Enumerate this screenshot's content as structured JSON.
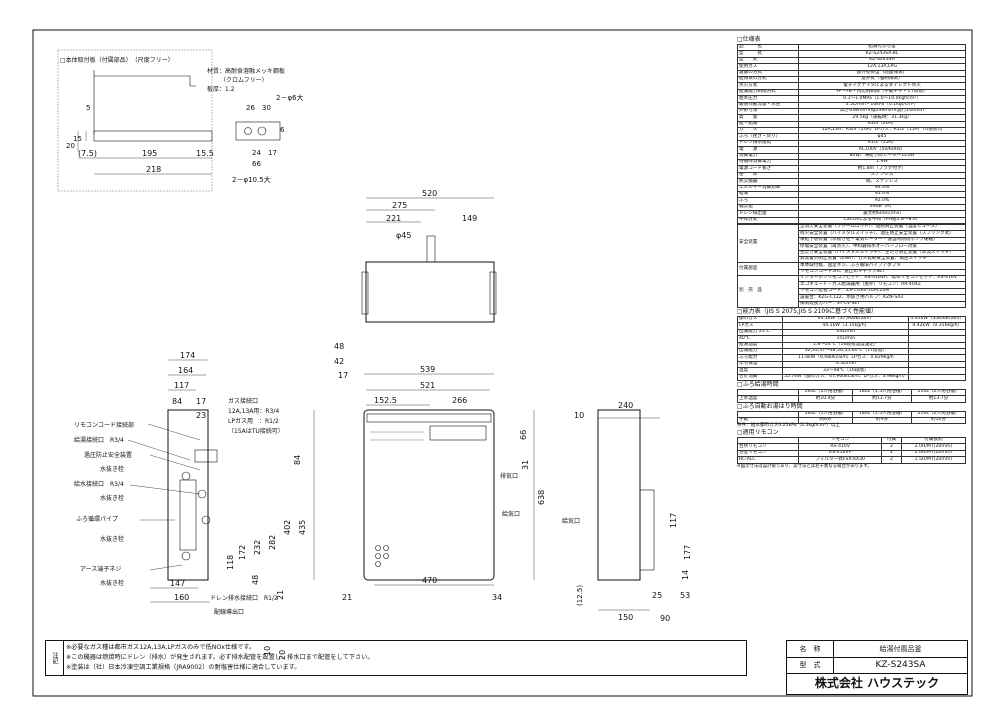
{
  "bracket": {
    "heading": "□本体取付板（付属部品）　（尺度フリー）",
    "material1": "材質：高耐食溶融メッキ鋼板",
    "material2": "（クロムフリー）",
    "thickness": "板厚：1.2",
    "dims": {
      "d7_5": "(7.5)",
      "d195": "195",
      "d15_5": "15.5",
      "d218": "218",
      "d20": "20",
      "d15": "15",
      "d5": "5",
      "d26": "26",
      "d30": "30",
      "d66": "66",
      "d24": "24",
      "d17": "17",
      "d6": "6",
      "hole6": "2－φ6大",
      "hole10": "2－φ10.5大"
    }
  },
  "top_view": {
    "d520": "520",
    "d275": "275",
    "d221": "221",
    "d149": "149",
    "dphi45": "φ45"
  },
  "side_view": {
    "dims": {
      "d174": "174",
      "d164": "164",
      "d117": "117",
      "d84": "84",
      "d17": "17",
      "d23": "23",
      "d147": "147",
      "d160": "160",
      "d84v": "84",
      "d402": "402",
      "d435": "435",
      "d282": "282",
      "d232": "232",
      "d172": "172",
      "d118": "118",
      "d48": "48",
      "d21": "21",
      "d10": "10",
      "d20": "20"
    },
    "labels": {
      "remote": "リモコンコード接続部",
      "supply": "給湯接続口　R3/4",
      "safety": "過圧防止安全装置",
      "water_plug": "水抜き栓",
      "inlet": "給水接続口　R3/4",
      "water_plug2": "水抜き栓",
      "circ": "ふろ循環パイプ",
      "water_plug3": "水抜き栓",
      "earth": "アース端子ネジ",
      "water_plug4": "水抜き栓",
      "gas": "ガス接続口",
      "gas2": "12A,13A用：R3/4",
      "gas3": "LPガス用　：R1/2",
      "gas4": "（15AはTU接続可）",
      "drain": "ドレン排水接続口　R1/2",
      "wiring": "配線導出口"
    }
  },
  "front_view": {
    "d539": "539",
    "d521": "521",
    "d152_5": "152.5",
    "d266": "266",
    "d48": "48",
    "d42": "42",
    "d17": "17",
    "d66": "66",
    "d31": "31",
    "d638": "638",
    "d470": "470",
    "d21": "21",
    "d34": "34",
    "exhaust": "排気口",
    "intake": "給気口"
  },
  "right_view": {
    "d10": "10",
    "d240": "240",
    "d150": "150",
    "d25": "25",
    "d53": "53",
    "d90": "90",
    "d12_5": "(12.5)",
    "d177": "177",
    "d117": "117",
    "d14": "14",
    "intake": "給気口"
  },
  "spec": {
    "heading": "□仕様表",
    "rows": [
      [
        "品　　　名",
        "給湯付ふろ釜"
      ],
      [
        "型　　　式",
        "KZ-S243SA-BL"
      ],
      [
        "型　　式",
        "KZ-S243SA"
      ],
      [
        "使用ガス",
        "12A,13A,LPG"
      ],
      [
        "設置の方式",
        "屋外壁掛型（前面排気）"
      ],
      [
        "給排気の方式",
        "屋外式（強制排気）"
      ],
      [
        "点火方式",
        "電子イグナイタによるダイレクト点火"
      ],
      [
        "給湯能力制御方式",
        "FF・FB・内比例制御（手動チャ・↓7燃焼）"
      ],
      [
        "給水圧力",
        "0.1～1.0MPa（1.0～10.0kgf/cm²）"
      ],
      [
        "最低作動流量・水圧",
        "3.5L/min・10kPa（0.1kgf/cm²）"
      ],
      [
        "外形寸法",
        "高さ638mm×幅539mm×奥行240mm"
      ],
      [
        "質　　量",
        "29.5kg（運転時：31.3kg）"
      ],
      [
        "給・給湯",
        "R3/4（20A）"
      ],
      [
        "ガ　　ス",
        "12A,13A：R3/4（20A）LPガス：R1/2（15A）TU接続可"
      ],
      [
        "ふろ（往き・戻り）",
        "φ45"
      ],
      [
        "ドレン排水接続",
        "R1/2（15A）"
      ],
      [
        "電　　源",
        "AC100V（50/60Hz）"
      ],
      [
        "消費電力",
        "80W、凍結予防ヒーター125W"
      ],
      [
        "待機時消費電力",
        "1.9W"
      ],
      [
        "電源コード長さ",
        "約1.8m（プラグ付き）"
      ],
      [
        "缶　　体",
        "ステンレス"
      ],
      [
        "熱交換器",
        "銅、ステンレス"
      ],
      [
        "エネルギー消費効率",
        "94.3%"
      ],
      [
        "給湯",
        "95.0%"
      ],
      [
        "ふろ",
        "92.0%"
      ],
      [
        "騒音値",
        "49dB（A）"
      ],
      [
        "ドレン排出量",
        "最大約600cc/min"
      ],
      [
        "中和方式",
        "CaCO₃による中和（PH値5.8～8.6）"
      ]
    ],
    "safety_label": "安全装置",
    "safety_lines": [
      "立消え安全装置（フレームロッド）、過熱防止装置（温度ヒューズ）",
      "残火安全装置（バイメタルスイッチ）、過圧防止安全装置（スプリング式）",
      "凍結予防装置（水抜き栓・電気ヒーター・低温時燃焼ポンプ運転）",
      "停電安全装置（再点火）、中和器排水オーバーフロー対策",
      "空焚き安全装置（バイメタルスイッチ）、空だき防止装置（水流スイッチ）",
      "異常着火防止装置（ZNR）、ガス遮断安全装置、風圧スイッチ"
    ],
    "misc1": "本体取付板、固定ネジ、ふろ循環パイプアダプタ",
    "misc2": "リモコンコード5m、速止めキャップSET",
    "remote_lines": [
      "インターホンリモコンセット：RS-416VP、標準リモコンセット：RS-416V",
      "エコキュート・ガス給湯器用（屋外）リモコン：RR-404Z",
      "リモコン延長コード：ZS-COR0-10M,20M",
      "設置台：KZG-C122、水抜き用バルブ：KZN-S43",
      "排気延長カバー：ST-CV-SET"
    ],
    "misc_label": "別　売　品",
    "option_label": "付属部品"
  },
  "capacity": {
    "heading": "□能力表（JIS S 2075,JIS S 2109に基づく性能値）",
    "rows": [
      [
        "都市ガス",
        "44.1kW（37,900kcal/h）",
        "4.42kW（3,800kcal/h）"
      ],
      [
        "LPガス",
        "44.1kW（3.15kg/h）",
        "4.42kW（0.316kg/h）"
      ],
      [
        "出湯能力 25℃",
        "24L/min",
        ""
      ],
      [
        "40℃",
        "15L/min",
        ""
      ],
      [
        "給湯温度",
        "1.8～24℃（16段階温度設定）",
        ""
      ],
      [
        "出湯能力",
        "32,35,37～48,50,55,60℃（17段階）",
        ""
      ],
      [
        "ふろ能力",
        "11.6kW（9,980kcal/h）LPガス：0.829kg/h",
        ""
      ],
      [
        "ふろ保温",
        "3.5L/min",
        ""
      ],
      [
        "温度",
        "33～48℃（16段階）",
        ""
      ],
      [
        "合計消費",
        "55.7kW（都市ガス：47,900kcal/h、LPガス：3.98kg/h）",
        ""
      ]
    ]
  },
  "filltime": {
    "heading": "□ふろ給湯時間",
    "head": [
      "",
      "160L（1人用浴槽）",
      "180L（1.5人用浴槽）",
      "210L（2人用浴槽）"
    ],
    "rows": [
      [
        "上水温度",
        "約10.4分",
        "約11.7分",
        "約13.7分"
      ]
    ]
  },
  "reheat": {
    "heading": "□ふろ自動お湯はり時間",
    "head": [
      "",
      "160L（1人用浴槽）",
      "180L（1.5人用浴槽）",
      "210L（2人用浴槽）"
    ],
    "rows": [
      [
        "手動",
        "約8分",
        "約9分",
        "約10分"
      ]
    ],
    "note": "条件：給水都市ガス0.25kPa（2.5kgf/cm²）以上"
  },
  "remote": {
    "heading": "□適用リモコン",
    "head": [
      "",
      "リモコン",
      "付属",
      "付属接続"
    ],
    "rows": [
      [
        "台所リモコン",
        "RS-416V",
        "2",
        "2.0H/MT(20mm)"
      ],
      [
        "浴室リモコン",
        "RS-416VP",
        "2",
        "2.0H/MT(20mm)"
      ],
      [
        "RC-ALC",
        "フィルター式FSX-6X30",
        "2",
        "1.5H/MT(20mm)"
      ]
    ]
  },
  "footnote1": "※図示寸法は設計値であり、実寸法とは若干異なる場合があります。",
  "notes": {
    "label": "注記",
    "line1": "※必要なガス種は都市ガス12A,13A,LPガスのみで低NOx仕様です。",
    "line2": "※この機器は燃焼時にドレン（排水）が発生されます。必ず排水配管を設置し、排水口まで配管をして下さい。",
    "line3": "※塗装は（社）日本冷凍空調工業規格（JRA9002）の耐塩害仕様に適合しています。"
  },
  "title_block": {
    "name_k": "名　称",
    "name_v": "給湯付風呂釜",
    "type_k": "型　式",
    "type_v": "KZ-S243SA",
    "company": "株式会社 ハウステック"
  }
}
